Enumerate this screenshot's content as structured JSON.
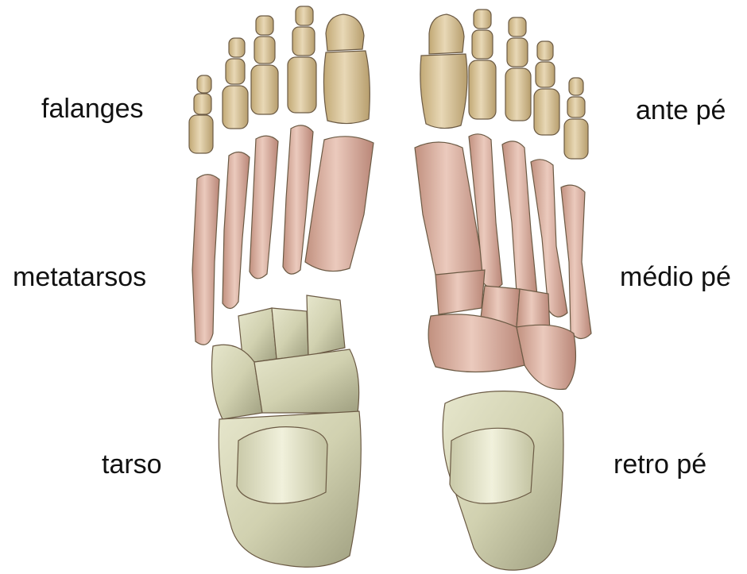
{
  "labels": {
    "left": {
      "phalanges": "falanges",
      "metatarsals": "metatarsos",
      "tarsus": "tarso"
    },
    "right": {
      "forefoot": "ante pé",
      "midfoot": "médio pé",
      "hindfoot": "retro pé"
    }
  },
  "colors": {
    "phalanx_fill": "#d9c7a0",
    "phalanx_shade": "#b79e6d",
    "metatarsal_fill": "#dcb5a6",
    "metatarsal_shade": "#b98677",
    "tarsal_fill": "#d7d7b8",
    "tarsal_shade": "#a8a88a",
    "outline": "#6b5a44"
  }
}
